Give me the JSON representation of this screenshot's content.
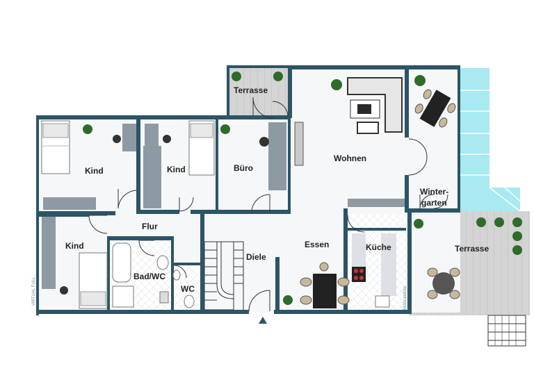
{
  "rooms": {
    "terrasse_top": "Terrasse",
    "kind_1": "Kind",
    "kind_2": "Kind",
    "buero": "Büro",
    "wohnen": "Wohnen",
    "wintergarten_line1": "Winter-",
    "wintergarten_line2": "garten",
    "kind_3": "Kind",
    "flur": "Flur",
    "diele": "Diele",
    "essen": "Essen",
    "kueche": "Küche",
    "terrasse_right": "Terrasse",
    "bad_wc": "Bad/WC",
    "wc": "WC"
  },
  "watermarks": {
    "left": "VIRTUAL FULL",
    "right": "McGrundriss"
  },
  "colors": {
    "wall": "#2c5566",
    "floor": "#f4f6f8",
    "tiles": "#e5e8ec",
    "terrace": "#cfcfcf",
    "glass": "#a9e9f2",
    "plant": "#2f6b2a"
  }
}
